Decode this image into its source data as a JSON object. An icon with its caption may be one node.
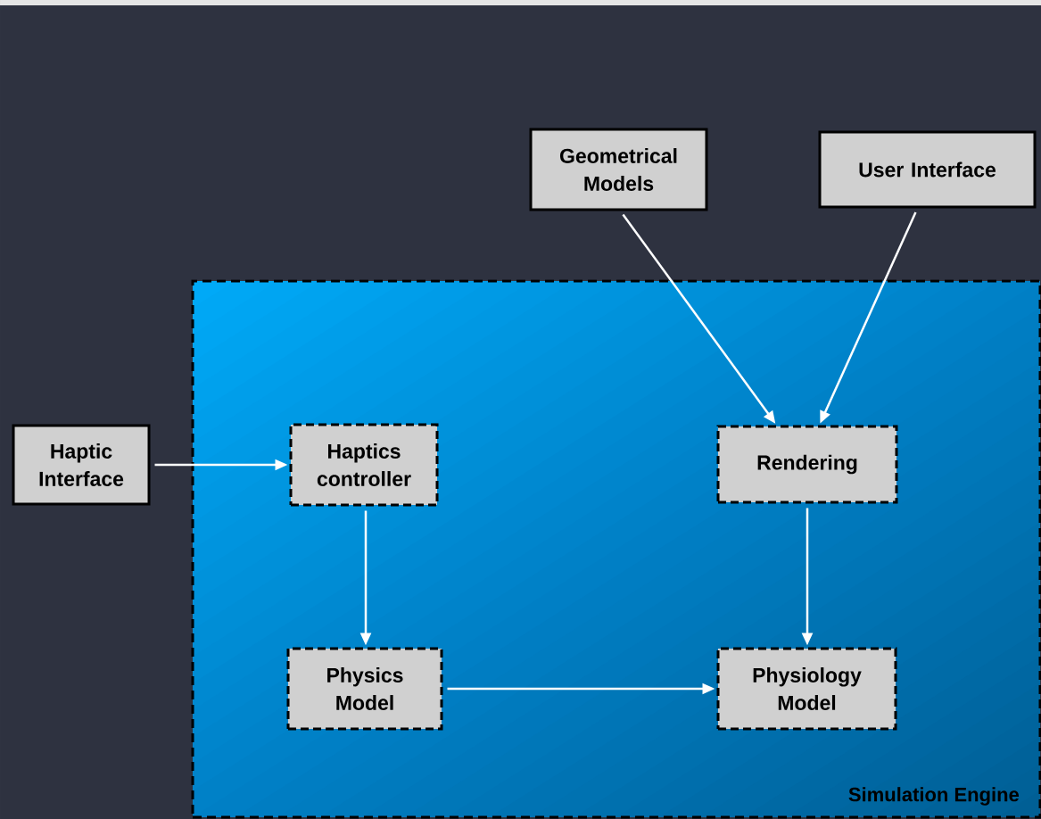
{
  "diagram": {
    "nodes": [
      {
        "text": [
          "Geometrical Models"
        ]
      },
      {
        "text": [
          "User Interface"
        ]
      },
      {
        "text": [
          "Simulation Engine"
        ]
      },
      {
        "text": [
          "Haptic Interface"
        ]
      },
      {
        "text": [
          "Haptics controller"
        ],
        "in": 2
      },
      {
        "text": [
          "Rendering"
        ],
        "in": 2
      },
      {
        "text": [
          "Physics Model"
        ],
        "in": 2
      },
      {
        "text": [
          "Physiology Model"
        ],
        "in": 2
      }
    ],
    "edges": [
      {
        "from": 3,
        "to": 4,
        "arrow": "to"
      },
      {
        "from": 0,
        "to": 5,
        "arrow": "to"
      },
      {
        "from": 1,
        "to": 5,
        "arrow": "to"
      },
      {
        "from": 4,
        "to": 6,
        "arrow": "to"
      },
      {
        "from": 5,
        "to": 7,
        "arrow": "to"
      },
      {
        "from": 6,
        "to": 7,
        "arrow": "to"
      }
    ]
  }
}
